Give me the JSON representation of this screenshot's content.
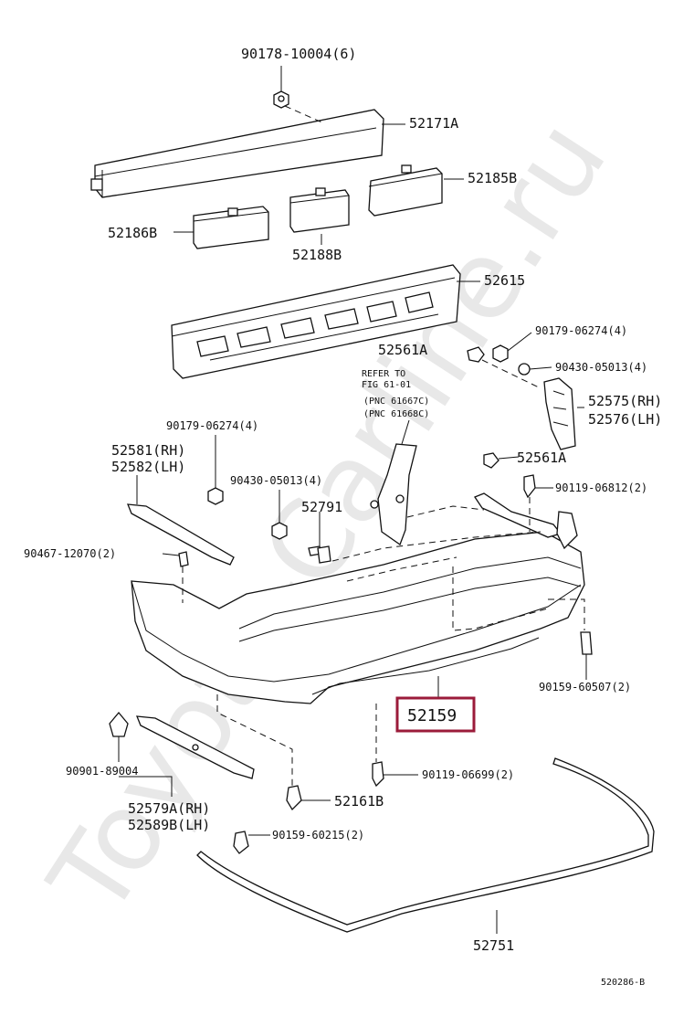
{
  "watermark": "Toyota-Carline.ru",
  "diagram_code": "520286-B",
  "highlight_color": "#9b1b3a",
  "labels": {
    "p90178": "90178-10004(6)",
    "p52171A": "52171A",
    "p52185B": "52185B",
    "p52186B": "52186B",
    "p52188B": "52188B",
    "p52615": "52615",
    "p90179a": "90179-06274(4)",
    "p52561Aa": "52561A",
    "p90430a": "90430-05013(4)",
    "refer1": "REFER TO",
    "refer2": "FIG 61-01",
    "refer3": "(PNC 61667C)",
    "refer4": "(PNC 61668C)",
    "p52575": "52575(RH)",
    "p52576": "52576(LH)",
    "p90179b": "90179-06274(4)",
    "p52581": "52581(RH)",
    "p52582": "52582(LH)",
    "p52561Ab": "52561A",
    "p90430b": "90430-05013(4)",
    "p52791": "52791",
    "p90119a": "90119-06812(2)",
    "p90467": "90467-12070(2)",
    "p90159a": "90159-60507(2)",
    "p52159": "52159",
    "p90901": "90901-89004",
    "p90119b": "90119-06699(2)",
    "p52579A": "52579A(RH)",
    "p52589B": "52589B(LH)",
    "p52161B": "52161B",
    "p90159b": "90159-60215(2)",
    "p52751": "52751"
  }
}
